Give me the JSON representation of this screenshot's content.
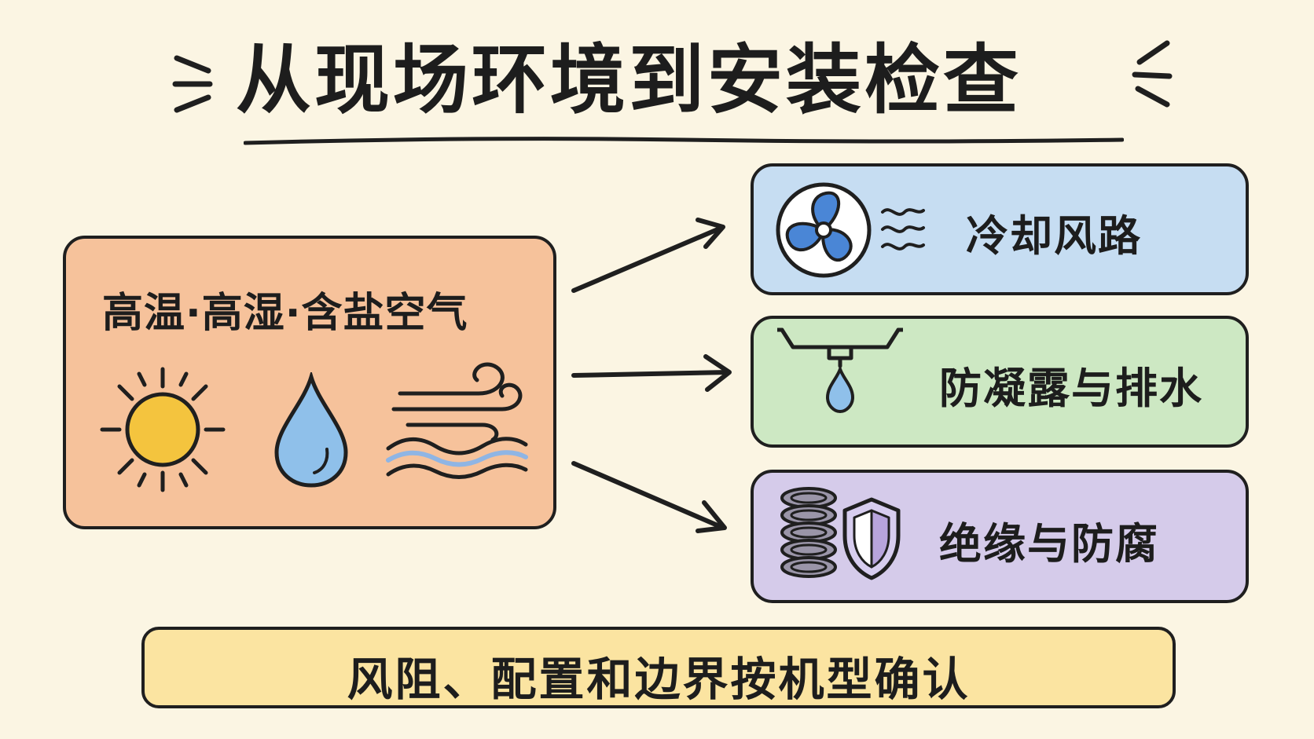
{
  "title": "从现场环境到安装检查",
  "environment": {
    "label": "高温·高湿·含盐空气",
    "icons": [
      "sun-icon",
      "water-drop-icon",
      "salt-wind-icon"
    ]
  },
  "outcomes": [
    {
      "label": "冷却风路",
      "icon": "fan-icon",
      "color": "#c6ddf2"
    },
    {
      "label": "防凝露与排水",
      "icon": "drip-tray-icon",
      "color": "#cde8c3"
    },
    {
      "label": "绝缘与防腐",
      "icon": "coil-shield-icon",
      "color": "#d5cbea"
    }
  ],
  "footer": {
    "label": "风阻、配置和边界按机型确认"
  },
  "colors": {
    "background": "#fbf5e3",
    "environment": "#f6c29b",
    "footer": "#fbe4a1",
    "outline": "#1f1f1f"
  }
}
